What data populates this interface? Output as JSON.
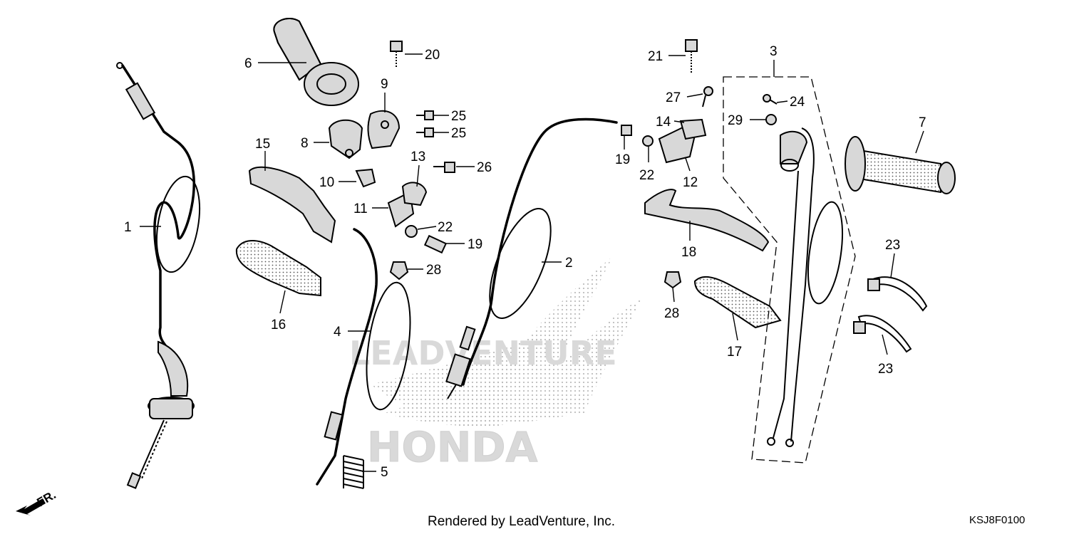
{
  "diagram": {
    "callouts": [
      {
        "id": "c1",
        "label": "1"
      },
      {
        "id": "c2",
        "label": "2"
      },
      {
        "id": "c3",
        "label": "3"
      },
      {
        "id": "c4",
        "label": "4"
      },
      {
        "id": "c5",
        "label": "5"
      },
      {
        "id": "c6",
        "label": "6"
      },
      {
        "id": "c7",
        "label": "7"
      },
      {
        "id": "c8",
        "label": "8"
      },
      {
        "id": "c9",
        "label": "9"
      },
      {
        "id": "c10",
        "label": "10"
      },
      {
        "id": "c11",
        "label": "11"
      },
      {
        "id": "c12",
        "label": "12"
      },
      {
        "id": "c13",
        "label": "13"
      },
      {
        "id": "c14",
        "label": "14"
      },
      {
        "id": "c15",
        "label": "15"
      },
      {
        "id": "c16",
        "label": "16"
      },
      {
        "id": "c17",
        "label": "17"
      },
      {
        "id": "c18",
        "label": "18"
      },
      {
        "id": "c19a",
        "label": "19"
      },
      {
        "id": "c19b",
        "label": "19"
      },
      {
        "id": "c20",
        "label": "20"
      },
      {
        "id": "c21",
        "label": "21"
      },
      {
        "id": "c22a",
        "label": "22"
      },
      {
        "id": "c22b",
        "label": "22"
      },
      {
        "id": "c23a",
        "label": "23"
      },
      {
        "id": "c23b",
        "label": "23"
      },
      {
        "id": "c24",
        "label": "24"
      },
      {
        "id": "c25a",
        "label": "25"
      },
      {
        "id": "c25b",
        "label": "25"
      },
      {
        "id": "c26",
        "label": "26"
      },
      {
        "id": "c27",
        "label": "27"
      },
      {
        "id": "c28a",
        "label": "28"
      },
      {
        "id": "c28b",
        "label": "28"
      },
      {
        "id": "c29",
        "label": "29"
      }
    ],
    "direction_label": "FR.",
    "footer": "Rendered by LeadVenture, Inc.",
    "diagram_code": "KSJ8F0100",
    "watermark": {
      "brand": "HONDA",
      "text": "LEADVENTURE"
    }
  }
}
